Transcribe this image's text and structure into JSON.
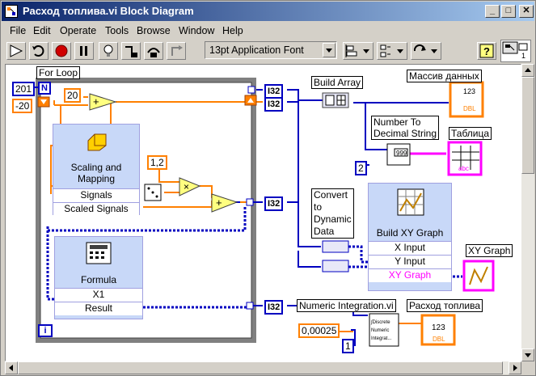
{
  "window": {
    "title": "Расход топлива.vi Block Diagram",
    "buttons": {
      "minimize": "_",
      "maximize": "□",
      "close": "✕"
    }
  },
  "menu": {
    "items": [
      "File",
      "Edit",
      "Operate",
      "Tools",
      "Browse",
      "Window",
      "Help"
    ]
  },
  "toolbar": {
    "font_selector": "13pt Application Font",
    "icons": [
      "run-arrow-icon",
      "run-continuously-icon",
      "abort-icon",
      "pause-icon",
      "highlight-execution-icon",
      "step-into-icon",
      "step-over-icon",
      "step-out-icon",
      "align-icon",
      "distribute-icon",
      "reorder-icon",
      "help-icon"
    ]
  },
  "diagram": {
    "for_loop_label": "For Loop",
    "loop_count_constant": "201",
    "loop_n_terminal": "N",
    "loop_i_terminal": "i",
    "shift_init_constant": "-20",
    "increment_constant": "20",
    "scale_constant": "1,2",
    "build_array_label": "Build Array",
    "massiv_label": "Массив данных",
    "massiv_type": "123",
    "massiv_dtype": "DBL",
    "num_to_dec_label": "Number To\nDecimal String",
    "num_to_dec_inner": "999",
    "table_label": "Таблица",
    "table_type": "abc",
    "precision_constant": "2",
    "convert_label": "Convert\nto\nDynamic\nData",
    "scaling_title": "Scaling and\nMapping",
    "scaling_rows": [
      "Signals",
      "Scaled Signals"
    ],
    "formula_title": "Formula",
    "formula_rows": [
      "X1",
      "Result"
    ],
    "build_xy_title": "Build XY Graph",
    "build_xy_rows": [
      "X Input",
      "Y Input",
      "XY Graph"
    ],
    "xy_graph_label": "XY Graph",
    "numeric_integration_label": "Numeric Integration.vi",
    "numeric_integration_inner": "Discrete Numeric Integrat...",
    "dt_constant": "0,00025",
    "method_constant": "1",
    "rashod_label": "Расход топлива",
    "rashod_type": "123",
    "rashod_dtype": "DBL",
    "tunnel_type": "I32"
  },
  "colors": {
    "title_start": "#0a246a",
    "title_end": "#a6caf0",
    "integer_wire": "#0000c0",
    "i32_wire": "#0000c0",
    "dbl_wire": "#ff8000",
    "string_wire": "#ff00ff",
    "dynamic_wire": "#0000c0"
  }
}
